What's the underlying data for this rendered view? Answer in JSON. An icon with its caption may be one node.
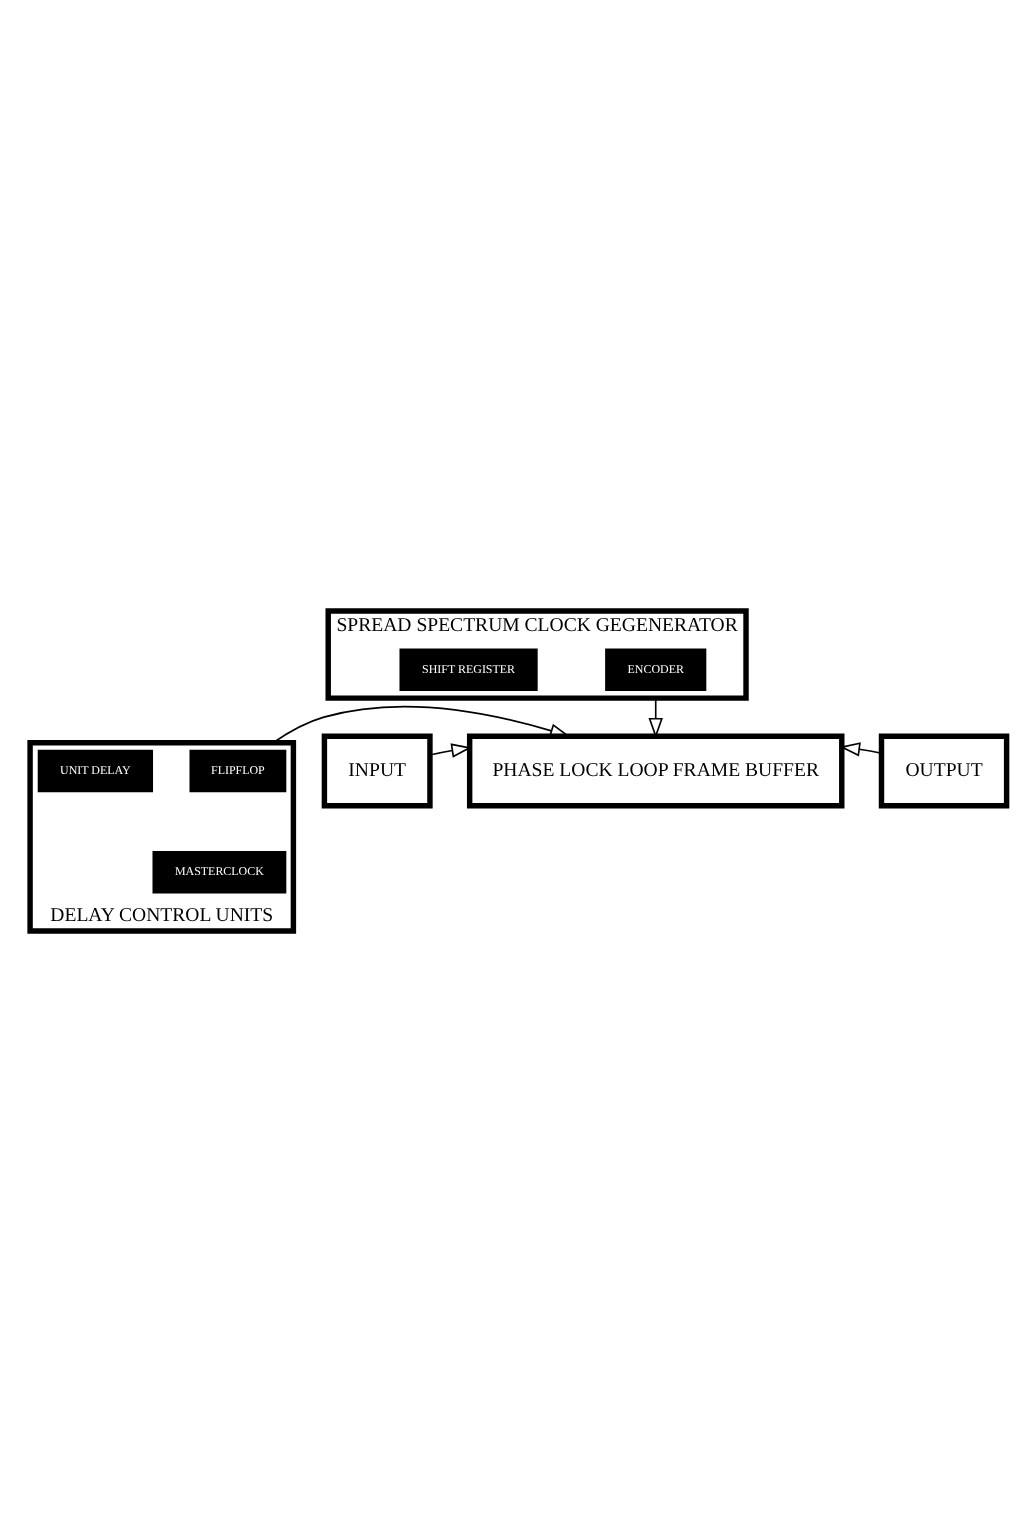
{
  "diagram": {
    "nodes": [
      {
        "text": [
          "SPREAD SPECTRUM CLOCK GEGENERATOR"
        ]
      },
      {
        "text": [
          "ENCODER"
        ],
        "in": 0
      },
      {
        "text": [
          "SHIFT REGISTER"
        ],
        "in": 0
      },
      {
        "text": [
          "PHASE LOCK LOOP FRAME BUFFER"
        ]
      },
      {
        "text": [
          "INPUT"
        ]
      },
      {
        "text": [
          "OUTPUT"
        ]
      },
      {
        "text": [
          "DELAY CONTROL UNITS"
        ]
      },
      {
        "text": [
          "FLIPFLOP"
        ],
        "in": 6
      },
      {
        "text": [
          "UNIT DELAY"
        ],
        "in": 6
      },
      {
        "text": [
          "MASTERCLOCK"
        ],
        "in": 6
      }
    ],
    "edges": [
      {
        "from": 0,
        "to": 3,
        "arrow": "to"
      },
      {
        "from": 4,
        "to": 3,
        "arrow": "to"
      },
      {
        "from": 5,
        "to": 3,
        "arrow": "to"
      },
      {
        "from": 6,
        "to": 3,
        "arrow": "to"
      }
    ]
  }
}
